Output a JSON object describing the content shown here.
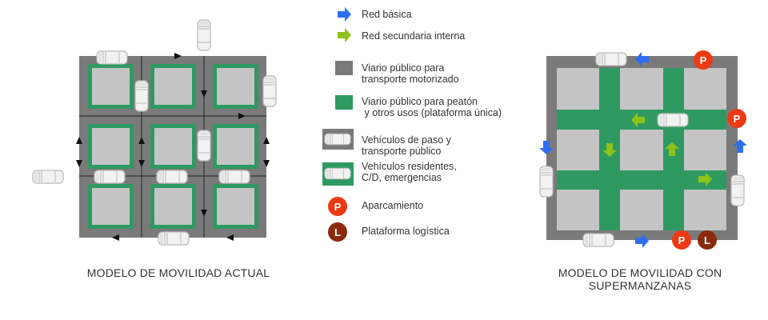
{
  "legend": {
    "items": [
      {
        "icon": "blue-arrow-icon",
        "label": "Red básica"
      },
      {
        "icon": "green-arrow-icon",
        "label": "Red secundaria interna"
      },
      {
        "icon": "gray-square-icon",
        "label": "Viario público para transporte motorizado"
      },
      {
        "icon": "green-square-icon",
        "label": "Viario público para peatón  y otros usos (plataforma única)"
      },
      {
        "icon": "car-gray-icon",
        "label": "Vehículos de paso y transporte público"
      },
      {
        "icon": "car-green-icon",
        "label": "Vehículos residentes, C/D, emergencias"
      },
      {
        "icon": "parking-icon",
        "label": "Aparcamiento"
      },
      {
        "icon": "logistics-icon",
        "label": "Plataforma logística"
      }
    ],
    "lines": [
      [
        "Red básica"
      ],
      [
        "Red secundaria interna"
      ],
      [
        "Viario público para",
        "transporte motorizado"
      ],
      [
        "Viario público para peatón",
        " y otros usos (plataforma única)"
      ],
      [
        "Vehículos de paso y",
        "transporte público"
      ],
      [
        "Vehículos residentes,",
        "C/D, emergencias"
      ],
      [
        "Aparcamiento"
      ],
      [
        "Plataforma logística"
      ]
    ]
  },
  "badges": {
    "parking": "P",
    "logistics": "L"
  },
  "captions": {
    "current": "MODELO DE MOVILIDAD ACTUAL",
    "superblock_line1": "MODELO DE MOVILIDAD CON",
    "superblock_line2": "SUPERMANZANAS"
  },
  "colors": {
    "road_gray": "#7a7a7a",
    "block_gray": "#c4c4c4",
    "pedestrian_green": "#2e9a62",
    "basic_network_blue": "#2f6ef0",
    "secondary_network_green": "#8cc21a",
    "parking_red": "#ee3a14",
    "logistics_brown": "#8a2c0c"
  }
}
